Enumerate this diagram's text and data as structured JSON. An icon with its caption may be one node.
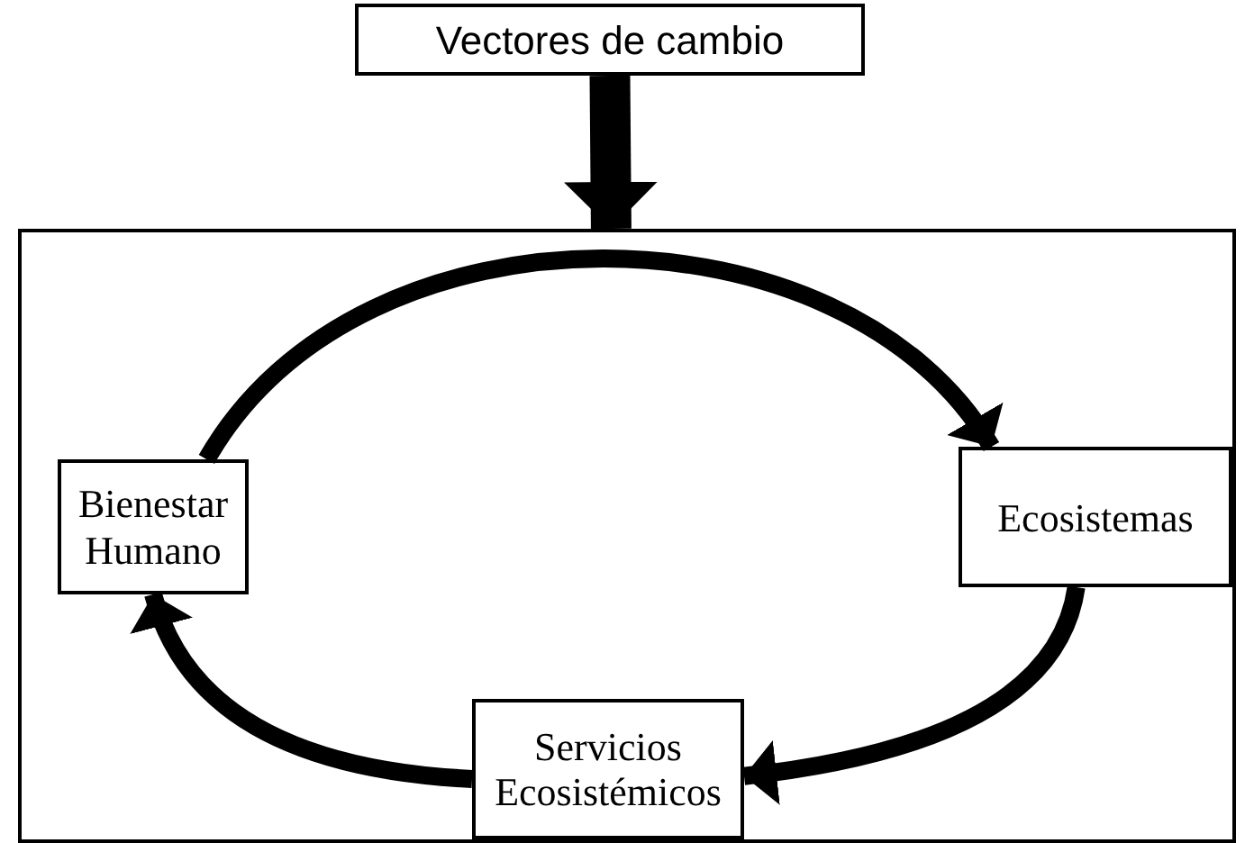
{
  "diagram": {
    "nodes": [
      {
        "text": [
          "Vectores de cambio"
        ]
      },
      {
        "text": [],
        "shape": "box"
      },
      {
        "text": [
          "Bienestar Humano"
        ],
        "in": 1
      },
      {
        "text": [
          "Ecosistemas"
        ],
        "in": 1
      },
      {
        "text": [
          "Servicios Ecosistémicos"
        ],
        "in": 1
      }
    ],
    "edges": [
      {
        "from": 0,
        "to": 1,
        "arrow": "to",
        "style": "thick"
      },
      {
        "from": 2,
        "to": 3,
        "arrow": "to"
      },
      {
        "from": 3,
        "to": 4,
        "arrow": "to"
      },
      {
        "from": 4,
        "to": 2,
        "arrow": "to"
      }
    ]
  }
}
